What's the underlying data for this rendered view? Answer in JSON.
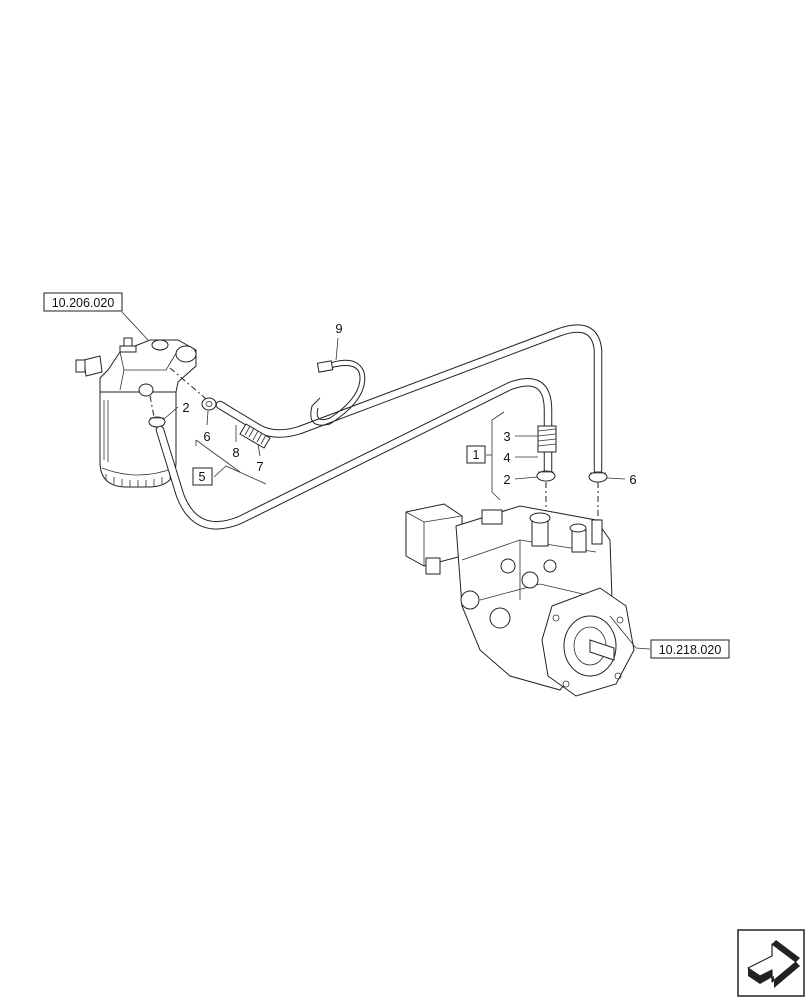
{
  "references": {
    "filter_ref": "10.206.020",
    "pump_ref": "10.218.020"
  },
  "boxes": {
    "box_1": "1",
    "box_5": "5"
  },
  "callouts": {
    "c9": "9",
    "c2_left": "2",
    "c6_left": "6",
    "c8": "8",
    "c7": "7",
    "c3": "3",
    "c4": "4",
    "c2_right": "2",
    "c6_right": "6"
  },
  "icons": {
    "next_page": "next-page-arrow-icon"
  }
}
